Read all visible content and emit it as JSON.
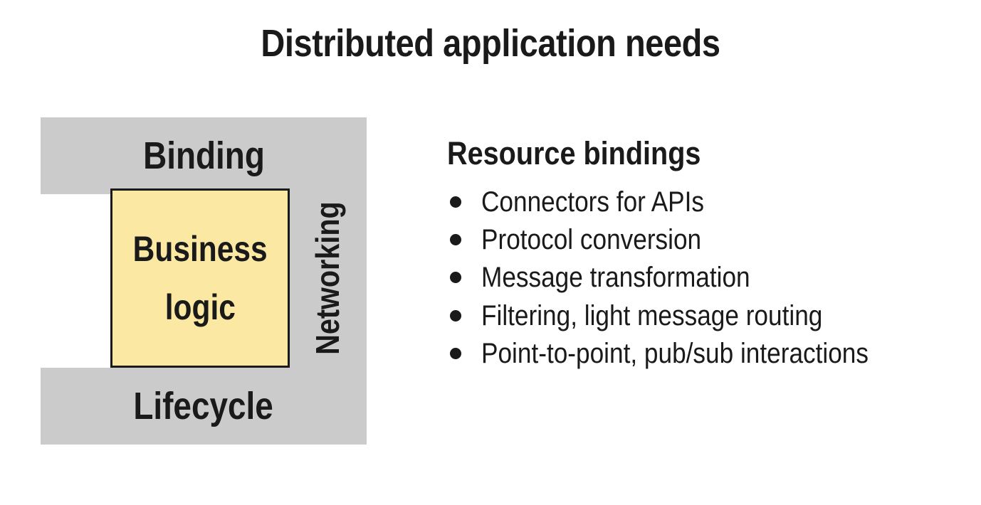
{
  "title": "Distributed application needs",
  "colors": {
    "background": "#ffffff",
    "band_gray": "#cbcbcb",
    "box_fill": "#fbe8a2",
    "box_border": "#1a1a1a",
    "text": "#1a1a1a"
  },
  "diagram": {
    "top_label": "Binding",
    "right_label": "Networking",
    "bottom_label": "Lifecycle",
    "center_box": {
      "lines": [
        "Business",
        "logic"
      ]
    }
  },
  "content": {
    "heading": "Resource bindings",
    "bullets": [
      "Connectors for APIs",
      "Protocol conversion",
      "Message transformation",
      "Filtering, light message routing",
      "Point-to-point, pub/sub interactions"
    ]
  }
}
